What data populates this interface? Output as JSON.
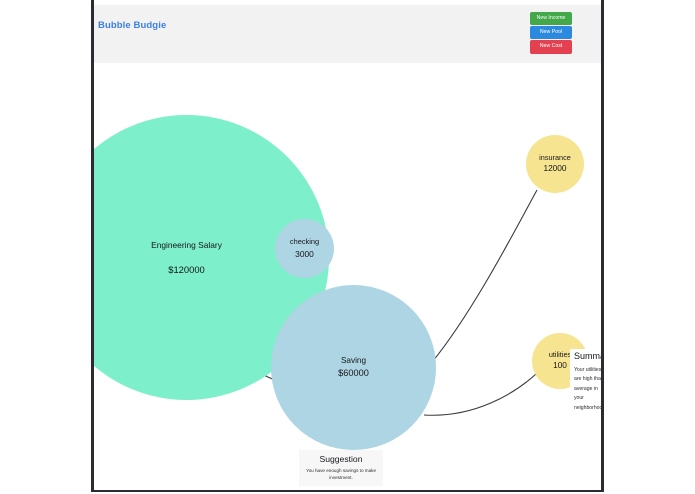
{
  "app": {
    "brand": "Bubble Budgie"
  },
  "navbar": {
    "buttons": [
      {
        "label": "New Income",
        "kind": "income",
        "color": "#42a84a"
      },
      {
        "label": "New Pool",
        "kind": "pool",
        "color": "#2b8ae0"
      },
      {
        "label": "New Cost",
        "kind": "cost",
        "color": "#e34050"
      }
    ]
  },
  "bubbles": [
    {
      "name": "Engineering Salary",
      "value": "$120000",
      "kind": "income",
      "color": "#7defca"
    },
    {
      "name": "checking",
      "value": "3000",
      "kind": "pool",
      "color": "#aed5e3"
    },
    {
      "name": "Saving",
      "value": "$60000",
      "kind": "pool",
      "color": "#aed5e3"
    },
    {
      "name": "insurance",
      "value": "12000",
      "kind": "cost",
      "color": "#f7e491"
    },
    {
      "name": "utilities",
      "value": "100",
      "kind": "cost",
      "color": "#f7e491"
    }
  ],
  "summary": {
    "title": "Summary",
    "body": "Your utilities are high than average in your neighborhood"
  },
  "suggestion": {
    "title": "Suggestion",
    "body": "You have enough savings to make investment."
  }
}
